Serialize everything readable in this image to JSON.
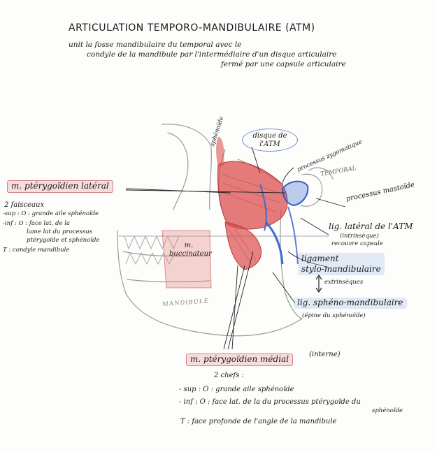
{
  "title": "ARTICULATION TEMPORO-MANDIBULAIRE (ATM)",
  "intro": [
    "unit la fosse mandibulaire du temporal avec le",
    "condyle de la mandibule par l'intermédiaire d'un disque articulaire",
    "fermé par une capsule articulaire"
  ],
  "labels": {
    "sphenoide": "sphénoïde",
    "disque": [
      "disque de",
      "l'ATM"
    ],
    "processus_zygomatique": "processus zygomatique",
    "temporal": "TEMPORAL",
    "processus_mastoide": "processus mastoïde",
    "buccinateur": [
      "m.",
      "buccinateur"
    ],
    "mandibule": "MANDIBULE",
    "lig_lateral": [
      "lig. latéral de l'ATM",
      "(intrinsèque)",
      "recouvre capsule"
    ],
    "lig_stylo": [
      "ligament",
      "stylo-mandibulaire"
    ],
    "extrinseques": "extrinsèques",
    "lig_spheno": "lig. sphéno-mandibulaire",
    "lig_spheno_note": "(épine du sphénoïde)"
  },
  "pterygoidien_lateral": {
    "name": "m. ptérygoïdien latéral",
    "lines": [
      "2 faisceaux",
      "-sup : O : grande aile sphénoïde",
      "-inf : O : face lat. de la",
      "lame lat du processus",
      "ptérygoïde et sphénoïde",
      "T : condyle mandibule"
    ]
  },
  "pterygoidien_medial": {
    "name": "m. ptérygoïdien médial",
    "qualifier": "(interne)",
    "lines": [
      "2 chefs :",
      "- sup : O : grande aile sphénoïde",
      "- inf : O : face lat. de la du processus ptérygoïde du",
      "sphénoïde",
      "T : face profonde de l'angle de la mandibule"
    ]
  }
}
